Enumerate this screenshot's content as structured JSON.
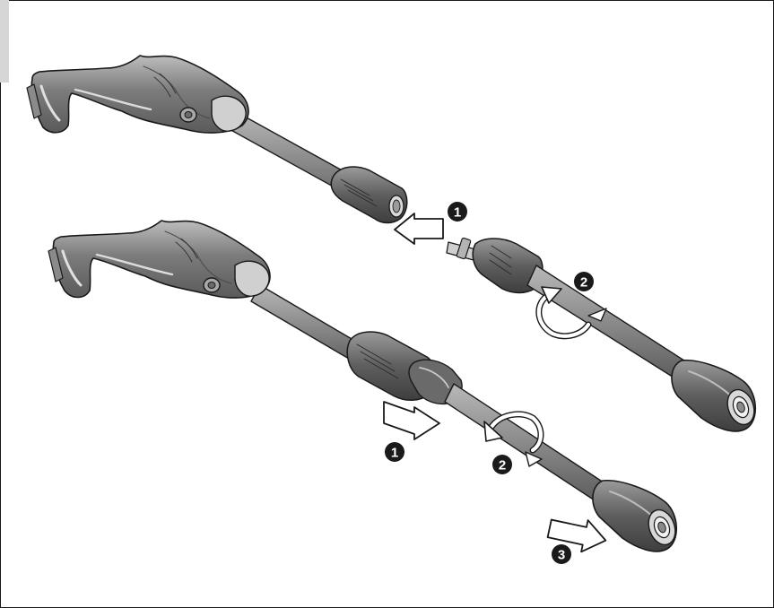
{
  "figure": {
    "description_hidden": "",
    "colors": {
      "background": "#ffffff",
      "tab": "#d6d6d6",
      "line": "#1a1a1a",
      "body_dark": "#6e6e6e",
      "body_mid": "#9a9a9a",
      "body_light": "#c4c4c4",
      "highlight": "#e4e4e4"
    },
    "steps": [
      {
        "id": "step-1-top",
        "number": "1"
      },
      {
        "id": "step-2-top",
        "number": "2"
      },
      {
        "id": "step-1-bottom",
        "number": "1"
      },
      {
        "id": "step-2-bottom",
        "number": "2"
      },
      {
        "id": "step-3-bottom",
        "number": "3"
      }
    ],
    "icons": {
      "push_arrow": "push-arrow-icon",
      "pull_arrow": "pull-arrow-icon",
      "rotate_arrow": "rotate-arrow-icon"
    }
  }
}
